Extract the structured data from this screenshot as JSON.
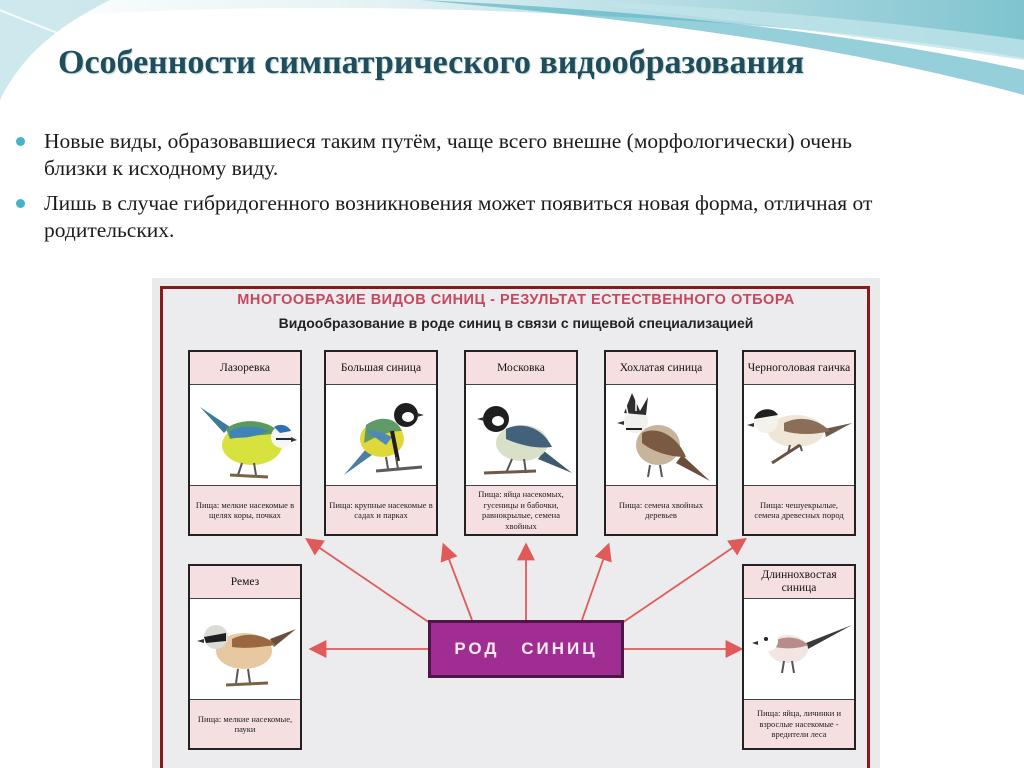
{
  "slide": {
    "title": "Особенности симпатрического видообразования",
    "bullets": [
      "Новые виды, образовавшиеся таким путём, чаще всего внешне (морфологически) очень близки к исходному виду.",
      "Лишь в случае гибридогенного возникновения может появиться новая форма, отличная от родительских."
    ]
  },
  "diagram": {
    "heading": "МНОГООБРАЗИЕ ВИДОВ СИНИЦ - РЕЗУЛЬТАТ ЕСТЕСТВЕННОГО ОТБОРА",
    "subheading": "Видообразование в роде синиц в связи с пищевой специализацией",
    "center_label": "РОД СИНИЦ",
    "species": [
      {
        "name": "Лазоревка",
        "food": "Пища: мелкие насекомые в щелях коры, почках",
        "icon": "blue-tit-icon"
      },
      {
        "name": "Большая синица",
        "food": "Пища: крупные насекомые в садах и парках",
        "icon": "great-tit-icon"
      },
      {
        "name": "Московка",
        "food": "Пища: яйца насекомых, гусеницы и бабочки, равнокрылые, семена хвойных",
        "icon": "coal-tit-icon"
      },
      {
        "name": "Хохлатая синица",
        "food": "Пища: семена хвойных деревьев",
        "icon": "crested-tit-icon"
      },
      {
        "name": "Черноголовая гаичка",
        "food": "Пища: чешуекрылые, семена древесных пород",
        "icon": "marsh-tit-icon"
      },
      {
        "name": "Ремез",
        "food": "Пища: мелкие насекомые, пауки",
        "icon": "penduline-tit-icon"
      },
      {
        "name": "Длиннохвостая синица",
        "food": "Пища: яйца, личинки и взрослые насекомые - вредители леса",
        "icon": "long-tailed-tit-icon"
      }
    ],
    "colors": {
      "accent": "#c8465f",
      "center_box": "#a02d92",
      "card_header": "#f5dfe1",
      "arrow": "#e05a5a"
    }
  }
}
